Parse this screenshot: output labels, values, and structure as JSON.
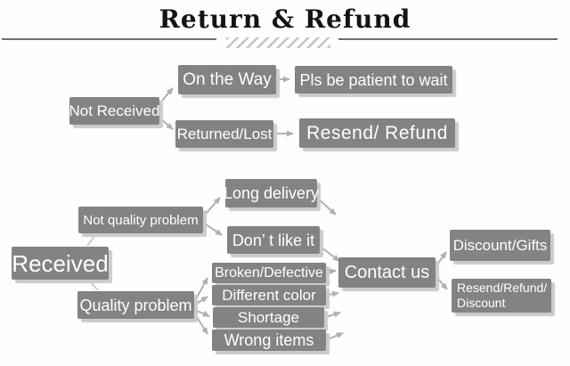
{
  "title": "Return & Refund",
  "colors": {
    "box": "#838383",
    "box-text": "#ffffff",
    "arrow": "#b0b0b0",
    "shadow": "#cbcbcb",
    "rule": "#6e6e6e",
    "title-text": "#141414"
  },
  "nodes": {
    "not_received": {
      "label": "Not Received"
    },
    "on_the_way": {
      "label": "On the Way"
    },
    "pls_be_patient": {
      "label": "Pls be patient to wait"
    },
    "returned_lost": {
      "label": "Returned/Lost"
    },
    "resend_refund": {
      "label": "Resend/ Refund"
    },
    "received": {
      "label": "Received"
    },
    "not_quality_problem": {
      "label": "Not quality problem"
    },
    "long_delivery": {
      "label": "Long delivery"
    },
    "dont_like_it": {
      "label": "Don’ t like it"
    },
    "quality_problem": {
      "label": "Quality problem"
    },
    "broken_defective": {
      "label": "Broken/Defective"
    },
    "different_color": {
      "label": "Different color"
    },
    "shortage": {
      "label": "Shortage"
    },
    "wrong_items": {
      "label": "Wrong items"
    },
    "contact_us": {
      "label": "Contact us"
    },
    "discount_gifts": {
      "label": "Discount/Gifts"
    },
    "resend_refund_discount": {
      "lines": [
        "Resend/Refund/",
        "Discount"
      ]
    }
  },
  "edges": [
    {
      "from": "not_received",
      "to": "on_the_way",
      "arrow": true
    },
    {
      "from": "not_received",
      "to": "returned_lost",
      "arrow": true
    },
    {
      "from": "on_the_way",
      "to": "pls_be_patient",
      "arrow": true
    },
    {
      "from": "returned_lost",
      "to": "resend_refund",
      "arrow": true
    },
    {
      "from": "received",
      "to": "not_quality_problem",
      "arrow": false
    },
    {
      "from": "received",
      "to": "quality_problem",
      "arrow": false
    },
    {
      "from": "not_quality_problem",
      "to": "long_delivery",
      "arrow": true
    },
    {
      "from": "not_quality_problem",
      "to": "dont_like_it",
      "arrow": true
    },
    {
      "from": "long_delivery",
      "to": "contact_us",
      "arrow": true
    },
    {
      "from": "dont_like_it",
      "to": "contact_us",
      "arrow": true
    },
    {
      "from": "quality_problem",
      "to": "broken_defective",
      "arrow": true
    },
    {
      "from": "quality_problem",
      "to": "different_color",
      "arrow": true
    },
    {
      "from": "quality_problem",
      "to": "shortage",
      "arrow": true
    },
    {
      "from": "quality_problem",
      "to": "wrong_items",
      "arrow": true
    },
    {
      "from": "broken_defective",
      "to": "contact_us",
      "arrow": true
    },
    {
      "from": "different_color",
      "to": "contact_us",
      "arrow": true
    },
    {
      "from": "shortage",
      "to": "contact_us",
      "arrow": true
    },
    {
      "from": "wrong_items",
      "to": "contact_us",
      "arrow": true
    },
    {
      "from": "contact_us",
      "to": "discount_gifts",
      "arrow": true
    },
    {
      "from": "contact_us",
      "to": "resend_refund_discount",
      "arrow": true
    }
  ]
}
